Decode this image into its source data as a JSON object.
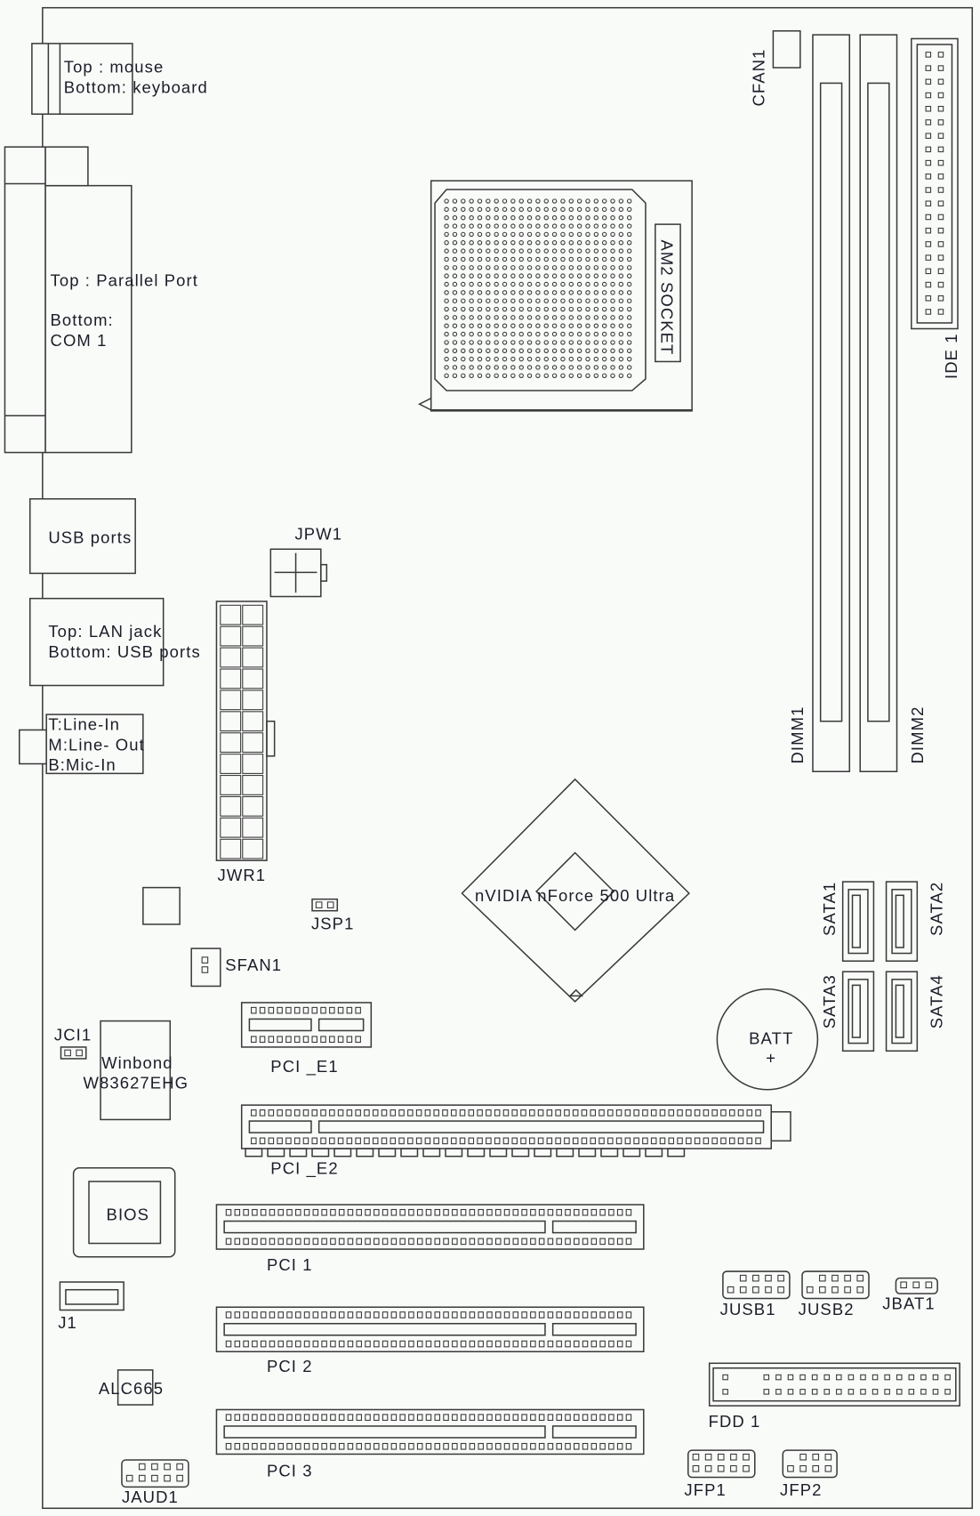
{
  "title": "Motherboard layout",
  "back_panel": {
    "ps2_top": "Top : mouse",
    "ps2_bottom": "Bottom: keyboard",
    "parallel_top": "Top : Parallel Port",
    "parallel_bottom": "Bottom:",
    "parallel_bottom2": "COM 1",
    "usb": "USB ports",
    "lan_top": "Top: LAN jack",
    "lan_bottom": "Bottom: USB ports",
    "audio_t": "T:Line-In",
    "audio_m": "M:Line- Out",
    "audio_b": "B:Mic-In"
  },
  "components": {
    "cpu_socket": "AM2 SOCKET",
    "cfan": "CFAN1",
    "dimm1": "DIMM1",
    "dimm2": "DIMM2",
    "ide": "IDE 1",
    "jpw1": "JPW1",
    "jwr1": "JWR1",
    "jsp1": "JSP1",
    "sfan1": "SFAN1",
    "chipset": "nVIDIA nForce 500 Ultra",
    "sata1": "SATA1",
    "sata2": "SATA2",
    "sata3": "SATA3",
    "sata4": "SATA4",
    "batt": "BATT",
    "batt_plus": "+",
    "jci1": "JCI1",
    "superio_1": "Winbond",
    "superio_2": "W83627EHG",
    "pcie1": "PCI _E1",
    "pcie2": "PCI _E2",
    "bios": "BIOS",
    "pci1": "PCI 1",
    "pci2": "PCI 2",
    "pci3": "PCI 3",
    "j1": "J1",
    "alc": "ALC665",
    "jaud1": "JAUD1",
    "jusb1": "JUSB1",
    "jusb2": "JUSB2",
    "jbat1": "JBAT1",
    "fdd": "FDD 1",
    "jfp1": "JFP1",
    "jfp2": "JFP2"
  }
}
